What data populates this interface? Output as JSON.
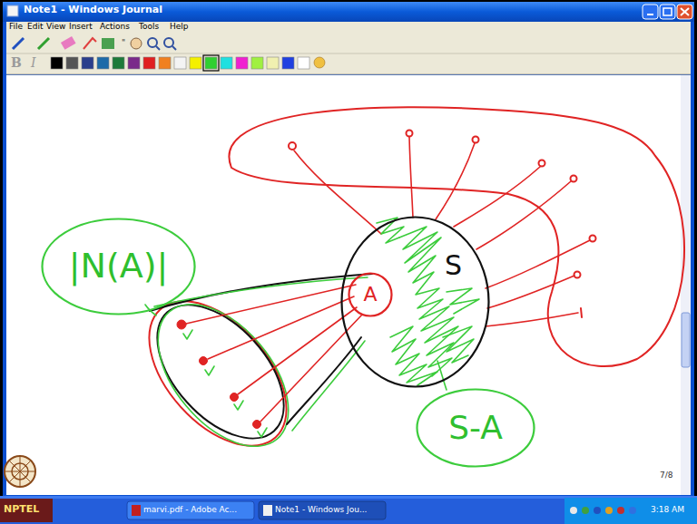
{
  "diagram": {
    "nodes": [
      {
        "text": [
          "|N(A)|"
        ]
      },
      {
        "text": [
          "S"
        ]
      },
      {
        "text": [
          "A"
        ],
        "in": 1
      },
      {
        "text": [
          "S-A"
        ]
      }
    ],
    "labels": [
      "Note1 - Windows Journal",
      "File",
      "Edit",
      "View",
      "Insert",
      "Actions",
      "Tools",
      "Help",
      "B",
      "I",
      "7/8",
      "NPTEL",
      "marvi.pdf - Adobe Ac...",
      "Note1 - Windows Jou...",
      "3:18 AM"
    ]
  }
}
